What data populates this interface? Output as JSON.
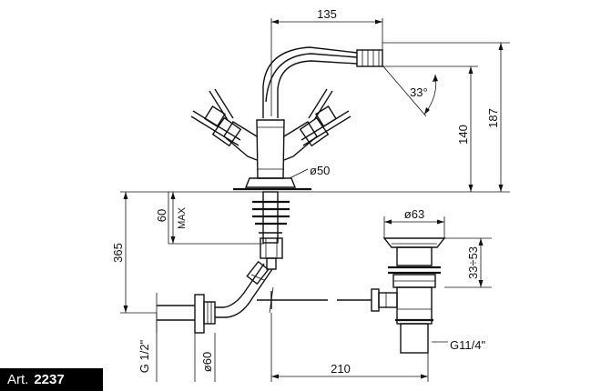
{
  "dimensions": {
    "spout_reach": "135",
    "angle": "33°",
    "height_total": "187",
    "height_spout": "140",
    "base_diameter": "ø50",
    "max_deck": "60",
    "max_label": "MAX",
    "overall_depth": "365",
    "drain_diameter": "ø63",
    "drain_range": "33÷53",
    "inlet_thread": "G 1/2\"",
    "rosette_diameter": "ø60",
    "rod_length": "210",
    "waste_thread": "G11/4\""
  },
  "badge": {
    "prefix": "Art.",
    "number": "2237"
  }
}
